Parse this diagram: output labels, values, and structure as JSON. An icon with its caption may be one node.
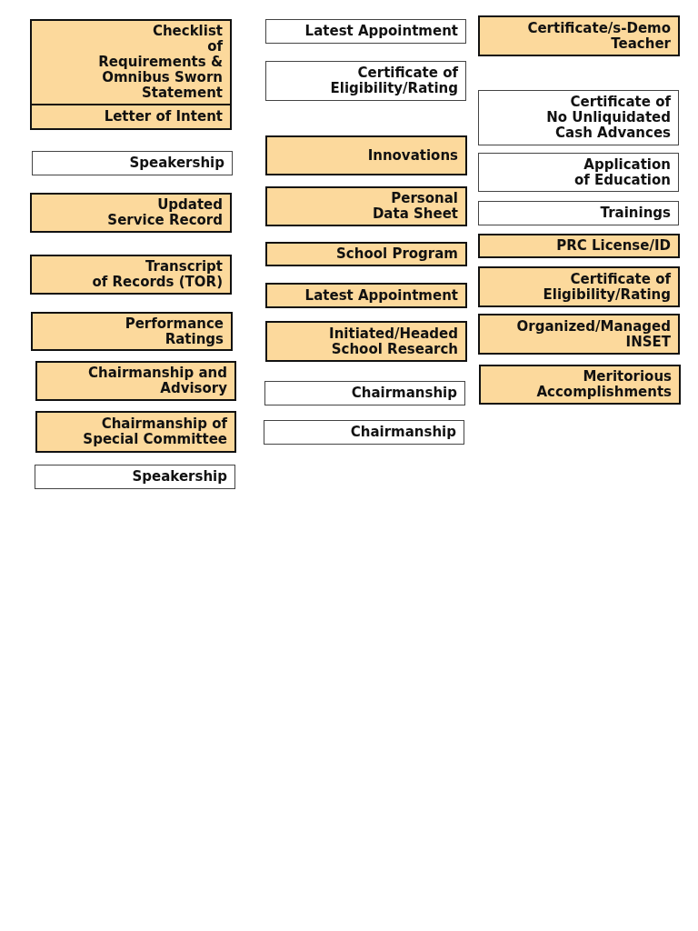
{
  "diagram": {
    "nodes": [
      {
        "text": [
          "Checklist of Requirements & Omnibus Sworn Statement"
        ]
      },
      {
        "text": [
          "Letter of Intent"
        ]
      },
      {
        "text": [
          "Speakership"
        ]
      },
      {
        "text": [
          "Updated Service Record"
        ]
      },
      {
        "text": [
          "Transcript of Records (TOR)"
        ]
      },
      {
        "text": [
          "Performance Ratings"
        ]
      },
      {
        "text": [
          "Chairmanship and Advisory"
        ]
      },
      {
        "text": [
          "Chairmanship of Special Committee"
        ]
      },
      {
        "text": [
          "Speakership"
        ]
      },
      {
        "text": [
          "Latest Appointment"
        ]
      },
      {
        "text": [
          "Certificate of Eligibility/Rating"
        ]
      },
      {
        "text": [
          "Innovations"
        ]
      },
      {
        "text": [
          "Personal Data Sheet"
        ]
      },
      {
        "text": [
          "School Program"
        ]
      },
      {
        "text": [
          "Latest Appointment"
        ]
      },
      {
        "text": [
          "Initiated/Headed School Research"
        ]
      },
      {
        "text": [
          "Chairmanship"
        ]
      },
      {
        "text": [
          "Chairmanship"
        ]
      },
      {
        "text": [
          "Certificate/s-Demo Teacher"
        ]
      },
      {
        "text": [
          "Certificate of No Unliquidated Cash Advances"
        ]
      },
      {
        "text": [
          "Application of Education"
        ]
      },
      {
        "text": [
          "Trainings"
        ]
      },
      {
        "text": [
          "PRC License/ID"
        ]
      },
      {
        "text": [
          "Certificate of Eligibility/Rating"
        ]
      },
      {
        "text": [
          "Organized/Managed INSET"
        ]
      },
      {
        "text": [
          "Meritorious Accomplishments"
        ]
      }
    ]
  }
}
